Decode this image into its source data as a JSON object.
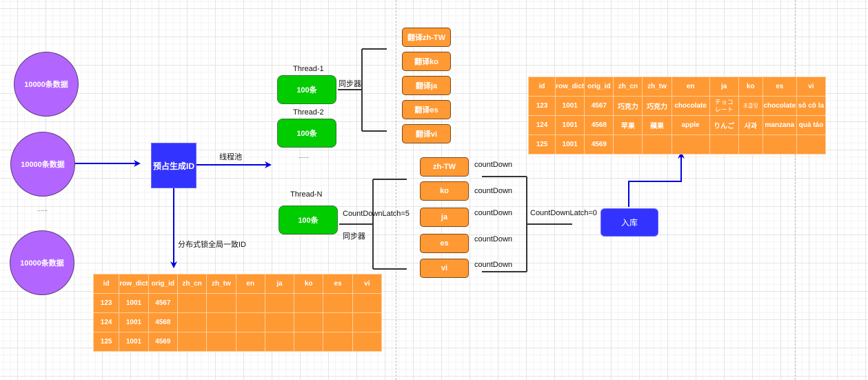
{
  "sources": {
    "circles": [
      {
        "label": "10000条数据"
      },
      {
        "label": "10000条数据"
      },
      {
        "label": "10000条数据"
      }
    ],
    "ellipsis": "......"
  },
  "id_generator": {
    "label": "预占生成ID"
  },
  "edges": {
    "thread_pool": "线程池",
    "distributed_lock": "分布式锁全局一致ID"
  },
  "threads": {
    "thread1": {
      "title": "Thread-1",
      "box": "100条",
      "sync_label": "同步器"
    },
    "thread2": {
      "title": "Thread-2",
      "box": "100条"
    },
    "ellipsis": "......",
    "threadN": {
      "title": "Thread-N",
      "box": "100条",
      "latch_label": "CountDownLatch=5",
      "sync_label": "同步器"
    }
  },
  "translate_tasks": [
    "翻译zh-TW",
    "翻译ko",
    "翻译ja",
    "翻译es",
    "翻译vi"
  ],
  "latch_tasks": [
    {
      "label": "zh-TW",
      "signal": "countDown"
    },
    {
      "label": "ko",
      "signal": "countDown"
    },
    {
      "label": "ja",
      "signal": "countDown"
    },
    {
      "label": "es",
      "signal": "countDown"
    },
    {
      "label": "vi",
      "signal": "countDown"
    }
  ],
  "latch_done": "CountDownLatch=0",
  "store": {
    "label": "入库"
  },
  "colors": {
    "circle": "#b266ff",
    "id_box": "#3333ff",
    "thread_box": "#00cc00",
    "task_box": "#ff9933",
    "arrow": "#0000dd"
  },
  "table_before": {
    "headers": [
      "id",
      "row_dict",
      "orig_id",
      "zh_cn",
      "zh_tw",
      "en",
      "ja",
      "ko",
      "es",
      "vi"
    ],
    "rows": [
      [
        "123",
        "1001",
        "4567",
        "",
        "",
        "",
        "",
        "",
        "",
        ""
      ],
      [
        "124",
        "1001",
        "4568",
        "",
        "",
        "",
        "",
        "",
        "",
        ""
      ],
      [
        "125",
        "1001",
        "4569",
        "",
        "",
        "",
        "",
        "",
        "",
        ""
      ]
    ]
  },
  "table_after": {
    "headers": [
      "id",
      "row_dict",
      "orig_id",
      "zh_cn",
      "zh_tw",
      "en",
      "ja",
      "ko",
      "es",
      "vi"
    ],
    "rows": [
      [
        "123",
        "1001",
        "4567",
        "巧克力",
        "巧克力",
        "chocolate",
        "チョコレート",
        "초콜릿",
        "chocolate",
        "sô cô la"
      ],
      [
        "124",
        "1001",
        "4568",
        "苹果",
        "蘋果",
        "apple",
        "りんご",
        "사과",
        "manzana",
        "quả táo"
      ],
      [
        "125",
        "1001",
        "4569",
        "",
        "",
        "",
        "",
        "",
        "",
        ""
      ]
    ]
  }
}
